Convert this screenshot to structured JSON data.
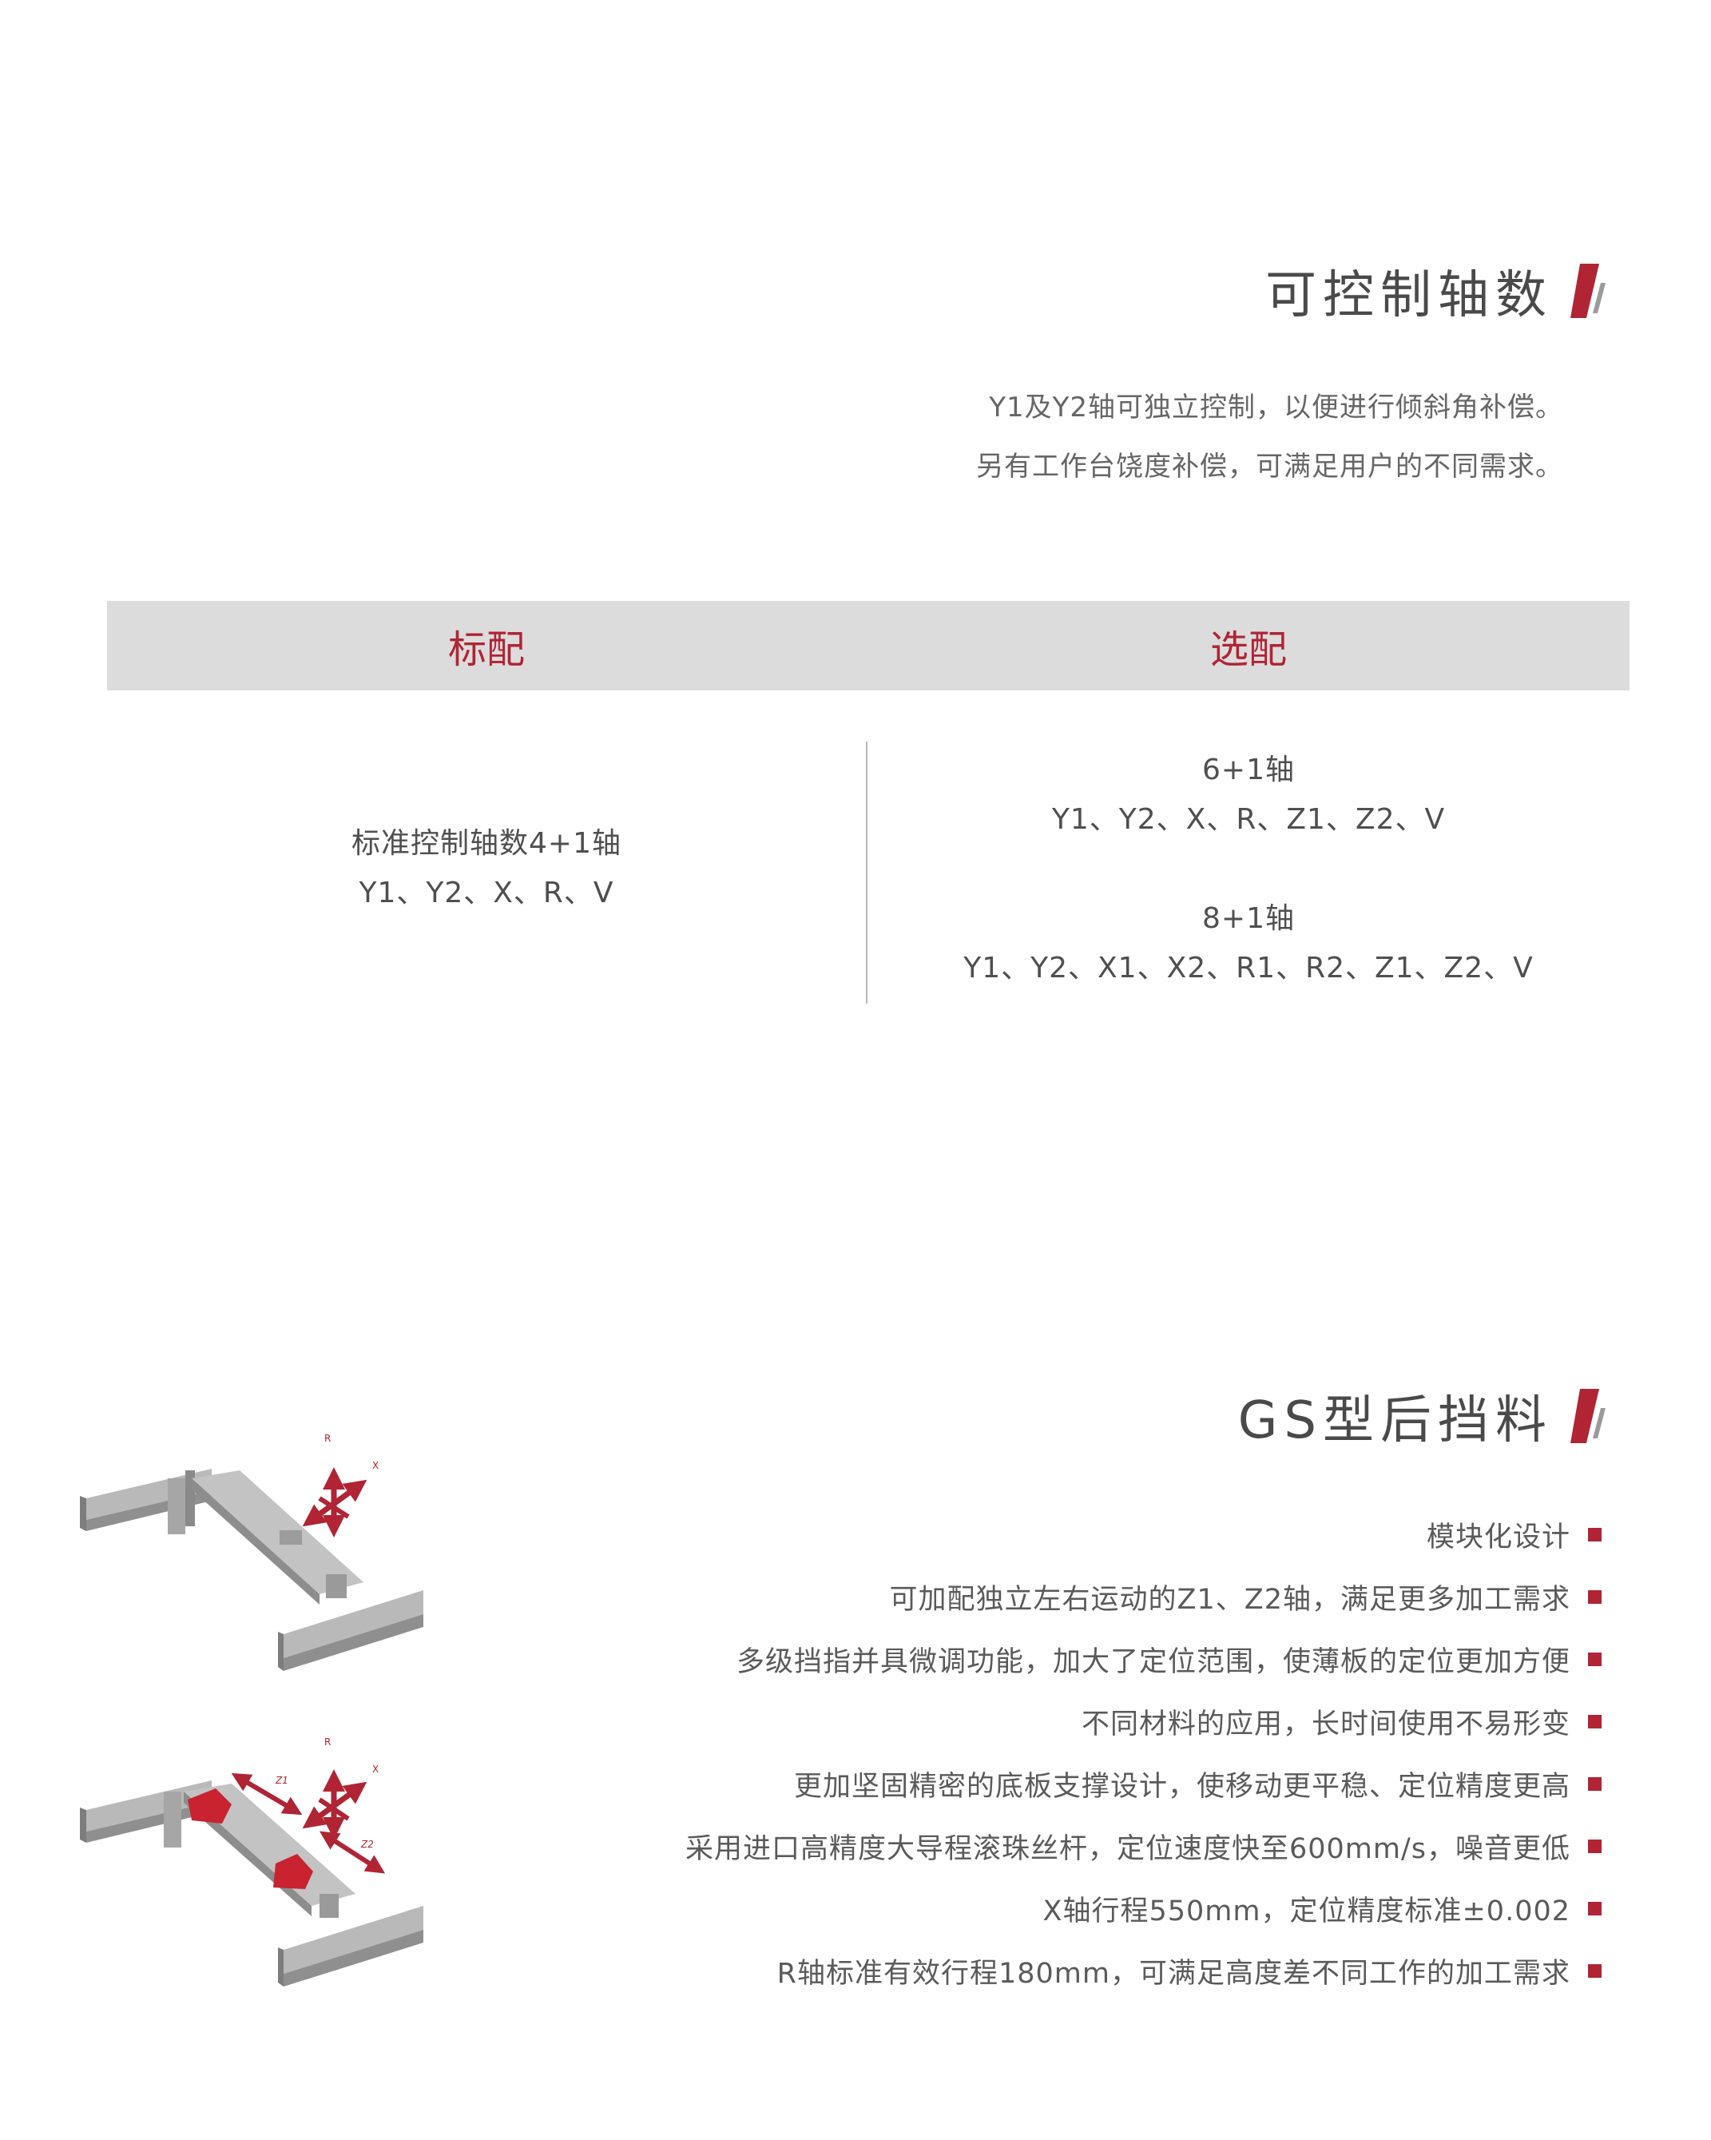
{
  "section1": {
    "title": "可控制轴数",
    "desc_line1": "Y1及Y2轴可独立控制，以便进行倾斜角补偿。",
    "desc_line2": "另有工作台饶度补偿，可满足用户的不同需求。"
  },
  "table": {
    "headers": [
      "标配",
      "选配"
    ],
    "standard": {
      "title": "标准控制轴数4+1轴",
      "axes": "Y1、Y2、X、R、V"
    },
    "optional": [
      {
        "title": "6+1轴",
        "axes": "Y1、Y2、X、R、Z1、Z2、V"
      },
      {
        "title": "8+1轴",
        "axes": "Y1、Y2、X1、X2、R1、R2、Z1、Z2、V"
      }
    ]
  },
  "section2": {
    "title": "GS型后挡料",
    "features": [
      "模块化设计",
      "可加配独立左右运动的Z1、Z2轴，满足更多加工需求",
      "多级挡指并具微调功能，加大了定位范围，使薄板的定位更加方便",
      "不同材料的应用，长时间使用不易形变",
      "更加坚固精密的底板支撑设计，使移动更平稳、定位精度更高",
      "采用进口高精度大导程滚珠丝杆，定位速度快至600mm/s，噪音更低",
      "X轴行程550mm，定位精度标准±0.002",
      "R轴标准有效行程180mm，可满足高度差不同工作的加工需求"
    ],
    "diagram1_labels": {
      "r": "R",
      "x": "X"
    },
    "diagram2_labels": {
      "r": "R",
      "x": "X",
      "z1": "Z1",
      "z2": "Z2"
    }
  },
  "colors": {
    "accent": "#b02434",
    "band": "#dcdcdc",
    "text": "#555555"
  }
}
